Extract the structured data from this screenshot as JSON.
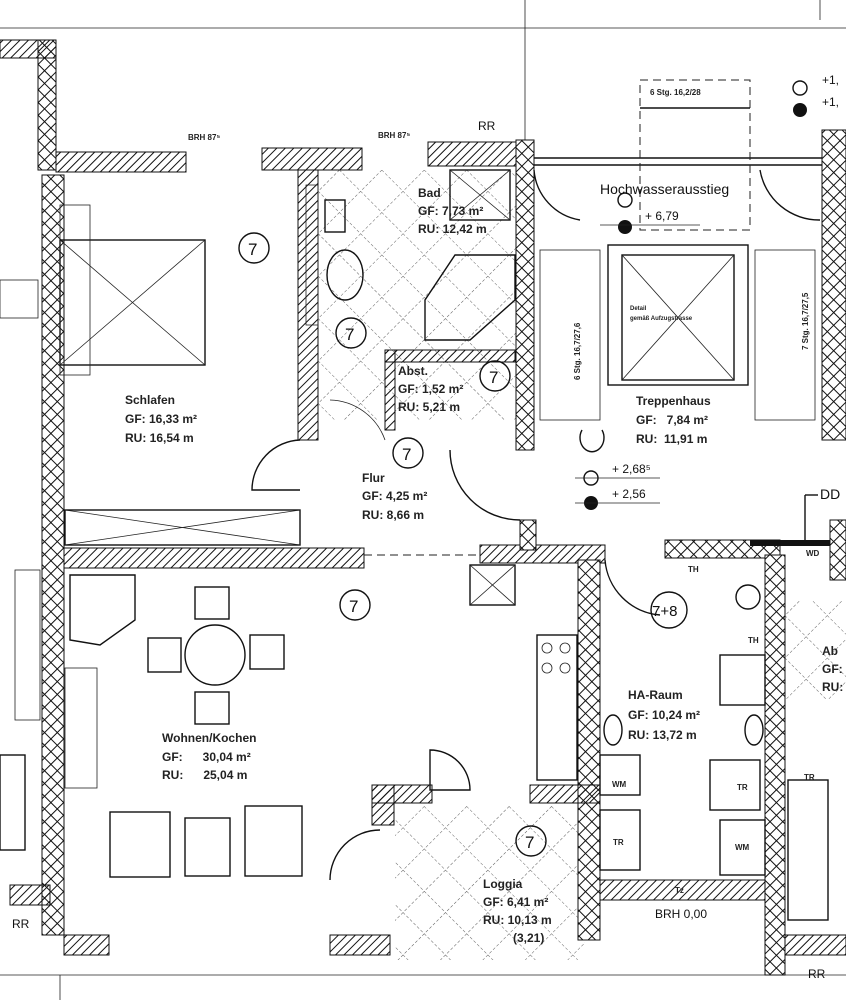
{
  "title_marks": {
    "brh_left": "BRH 87⁵",
    "brh_right": "BRH 87⁵",
    "rr_top": "RR",
    "rr_left": "RR",
    "rr_bottom": "RR",
    "brh_bottom": "BRH 0,00"
  },
  "rooms": {
    "bad": {
      "name": "Bad",
      "gf": "GF: 7,73 m²",
      "ru": "RU: 12,42 m"
    },
    "abst": {
      "name": "Abst.",
      "gf": "GF: 1,52 m²",
      "ru": "RU: 5,21 m"
    },
    "schlafen": {
      "name": "Schlafen",
      "gf": "GF: 16,33 m²",
      "ru": "RU: 16,54 m"
    },
    "flur": {
      "name": "Flur",
      "gf": "GF: 4,25 m²",
      "ru": "RU: 8,66 m"
    },
    "treppenhaus": {
      "name": "Treppenhaus",
      "gf": "GF:   7,84 m²",
      "ru": "RU:  11,91 m"
    },
    "wohnen": {
      "name": "Wohnen/Kochen",
      "gf": "GF:      30,04 m²",
      "ru": "RU:      25,04 m"
    },
    "haraum": {
      "name": "HA-Raum",
      "gf": "GF: 10,24 m²",
      "ru": "RU: 13,72 m"
    },
    "loggia": {
      "name": "Loggia",
      "gf": "GF: 6,41 m²",
      "ru": "RU: 10,13 m",
      "extra": "(3,21)"
    },
    "abst_right": {
      "name": "Ab",
      "gf": "GF:",
      "ru": "RU:"
    }
  },
  "annotations": {
    "hochwasser": "Hochwasserausstieg",
    "elev_679": "+ 6,79",
    "elev_2685": "+ 2,68⁵",
    "elev_256": "+ 2,56",
    "elev_top1": "+1,",
    "elev_top2": "+1,",
    "dd": "DD",
    "wd": "WD",
    "stairs_top": "6 Stg. 16,2/28",
    "stairs_left": "6 Stg. 16,7/27,6",
    "stairs_right": "7 Stg. 16,7/27,5",
    "detail": "Detail",
    "detail2": "gemäß Aufzugstrasse",
    "th1": "TH",
    "th2": "TH",
    "wm1": "WM",
    "wm2": "WM",
    "tr1": "TR",
    "tr2": "TR",
    "tr3": "TR",
    "tz": "Tz"
  },
  "markers": {
    "m1": "7",
    "m2": "7",
    "m3": "7",
    "m4": "7",
    "m5": "7",
    "m6": "7",
    "m7": "7+8"
  }
}
